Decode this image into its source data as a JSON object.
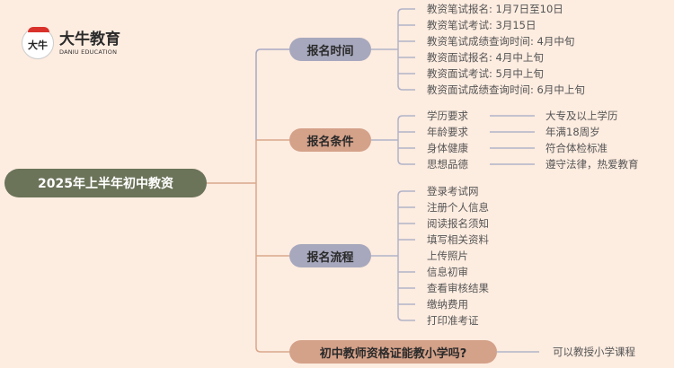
{
  "logo": {
    "mark": "大牛",
    "name_cn": "大牛教育",
    "name_en": "DANIU EDUCATION"
  },
  "root": {
    "label": "2025年上半年初中教资"
  },
  "colors": {
    "background": "#fdece0",
    "root": "#6b7359",
    "lavender": "#a7a8bd",
    "tan": "#d4a189"
  },
  "branches": [
    {
      "label": "报名时间",
      "items": [
        "教资笔试报名: 1月7日至10日",
        "教资笔试考试: 3月15日",
        "教资笔试成绩查询时间: 4月中旬",
        "教资面试报名: 4月中上旬",
        "教资面试考试: 5月中上旬",
        "教资面试成绩查询时间: 6月中上旬"
      ]
    },
    {
      "label": "报名条件",
      "items": [
        {
          "k": "学历要求",
          "v": "大专及以上学历"
        },
        {
          "k": "年龄要求",
          "v": "年满18周岁"
        },
        {
          "k": "身体健康",
          "v": "符合体检标准"
        },
        {
          "k": "思想品德",
          "v": "遵守法律，热爱教育"
        }
      ]
    },
    {
      "label": "报名流程",
      "items": [
        "登录考试网",
        "注册个人信息",
        "阅读报名须知",
        "填写相关资料",
        "上传照片",
        "信息初审",
        "查看审核结果",
        "缴纳费用",
        "打印准考证"
      ]
    },
    {
      "label": "初中教师资格证能教小学吗?",
      "answer": "可以教授小学课程"
    }
  ]
}
